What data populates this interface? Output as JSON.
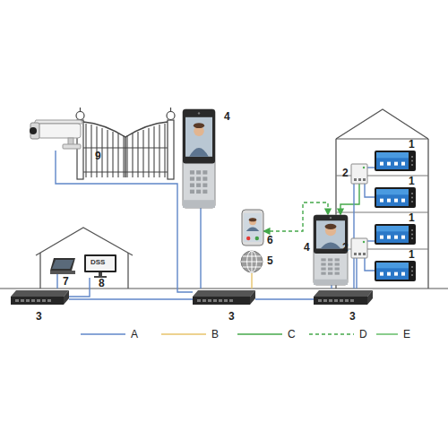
{
  "diagram": {
    "nodes": [
      {
        "text": [
          "9"
        ]
      },
      {
        "text": [
          "4"
        ]
      },
      {
        "text": [
          "1"
        ]
      },
      {
        "text": [
          "2"
        ]
      },
      {
        "text": [
          "1"
        ]
      },
      {
        "text": [
          "6"
        ]
      },
      {
        "text": [
          "4"
        ]
      },
      {
        "text": [
          "5"
        ]
      },
      {
        "text": [
          "1"
        ]
      },
      {
        "text": [
          "2"
        ]
      },
      {
        "text": [
          "1"
        ]
      },
      {
        "text": [
          "7"
        ]
      },
      {
        "text": [
          "8",
          "DSS"
        ]
      },
      {
        "text": [
          "3"
        ]
      },
      {
        "text": [
          "3"
        ]
      },
      {
        "text": [
          "3"
        ]
      }
    ],
    "edges": [
      {
        "from": 0,
        "to": 14,
        "arrow": "none"
      },
      {
        "from": 1,
        "to": 14,
        "arrow": "none"
      },
      {
        "from": 7,
        "to": 14,
        "arrow": "none"
      },
      {
        "from": 5,
        "to": 6,
        "arrow": "both"
      },
      {
        "from": 3,
        "to": 6,
        "arrow": "to"
      },
      {
        "from": 3,
        "to": 2,
        "arrow": "none"
      },
      {
        "from": 3,
        "to": 4,
        "arrow": "none"
      },
      {
        "from": 9,
        "to": 8,
        "arrow": "none"
      },
      {
        "from": 9,
        "to": 10,
        "arrow": "none"
      },
      {
        "from": 3,
        "to": 15,
        "arrow": "none"
      },
      {
        "from": 9,
        "to": 15,
        "arrow": "none"
      },
      {
        "from": 6,
        "to": 15,
        "arrow": "none"
      },
      {
        "from": 13,
        "to": 14,
        "arrow": "none"
      },
      {
        "from": 14,
        "to": 15,
        "arrow": "none"
      },
      {
        "from": 11,
        "to": 13,
        "arrow": "none"
      },
      {
        "from": 12,
        "to": 13,
        "arrow": "none"
      }
    ],
    "legend": [
      {
        "text": "A"
      },
      {
        "text": "B"
      },
      {
        "text": "C"
      },
      {
        "text": "D"
      },
      {
        "text": "E"
      }
    ]
  }
}
